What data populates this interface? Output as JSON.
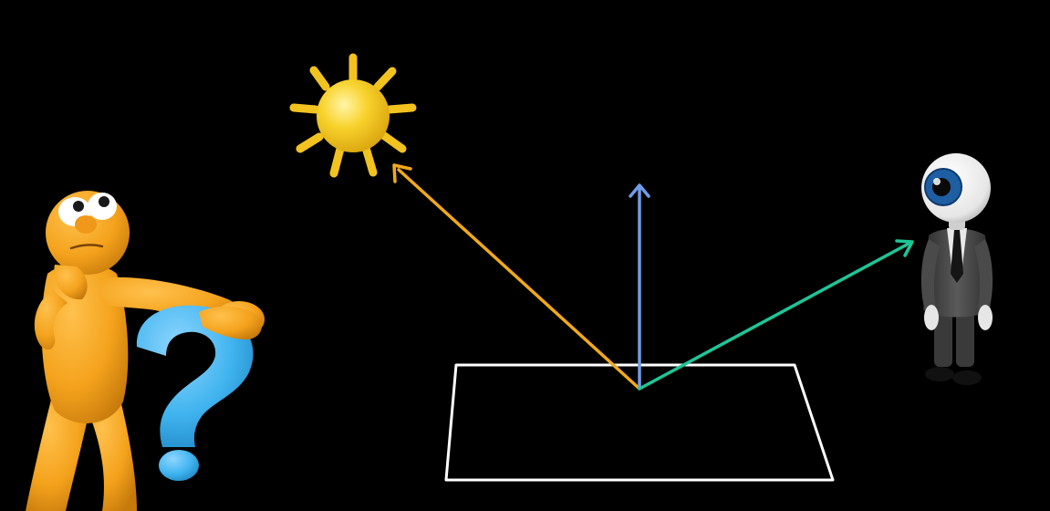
{
  "scene": {
    "background": "#000000",
    "illustrations": {
      "thinker": "thinking-figure-with-question-mark",
      "sun": "sun-icon",
      "eye_person": "eyeball-headed-person-in-suit"
    },
    "vectors": [
      {
        "name": "light-direction",
        "color": "#f0a91a"
      },
      {
        "name": "surface-normal",
        "color": "#6f9de6"
      },
      {
        "name": "view-direction",
        "color": "#1ec596"
      }
    ],
    "surface": {
      "color": "#ffffff"
    },
    "colors": {
      "thinker_body": "#f4a21c",
      "question_mark": "#3fb3ee",
      "sun": "#f6c822",
      "suit": "#4a4a4a",
      "iris": "#1e5fa3"
    }
  }
}
